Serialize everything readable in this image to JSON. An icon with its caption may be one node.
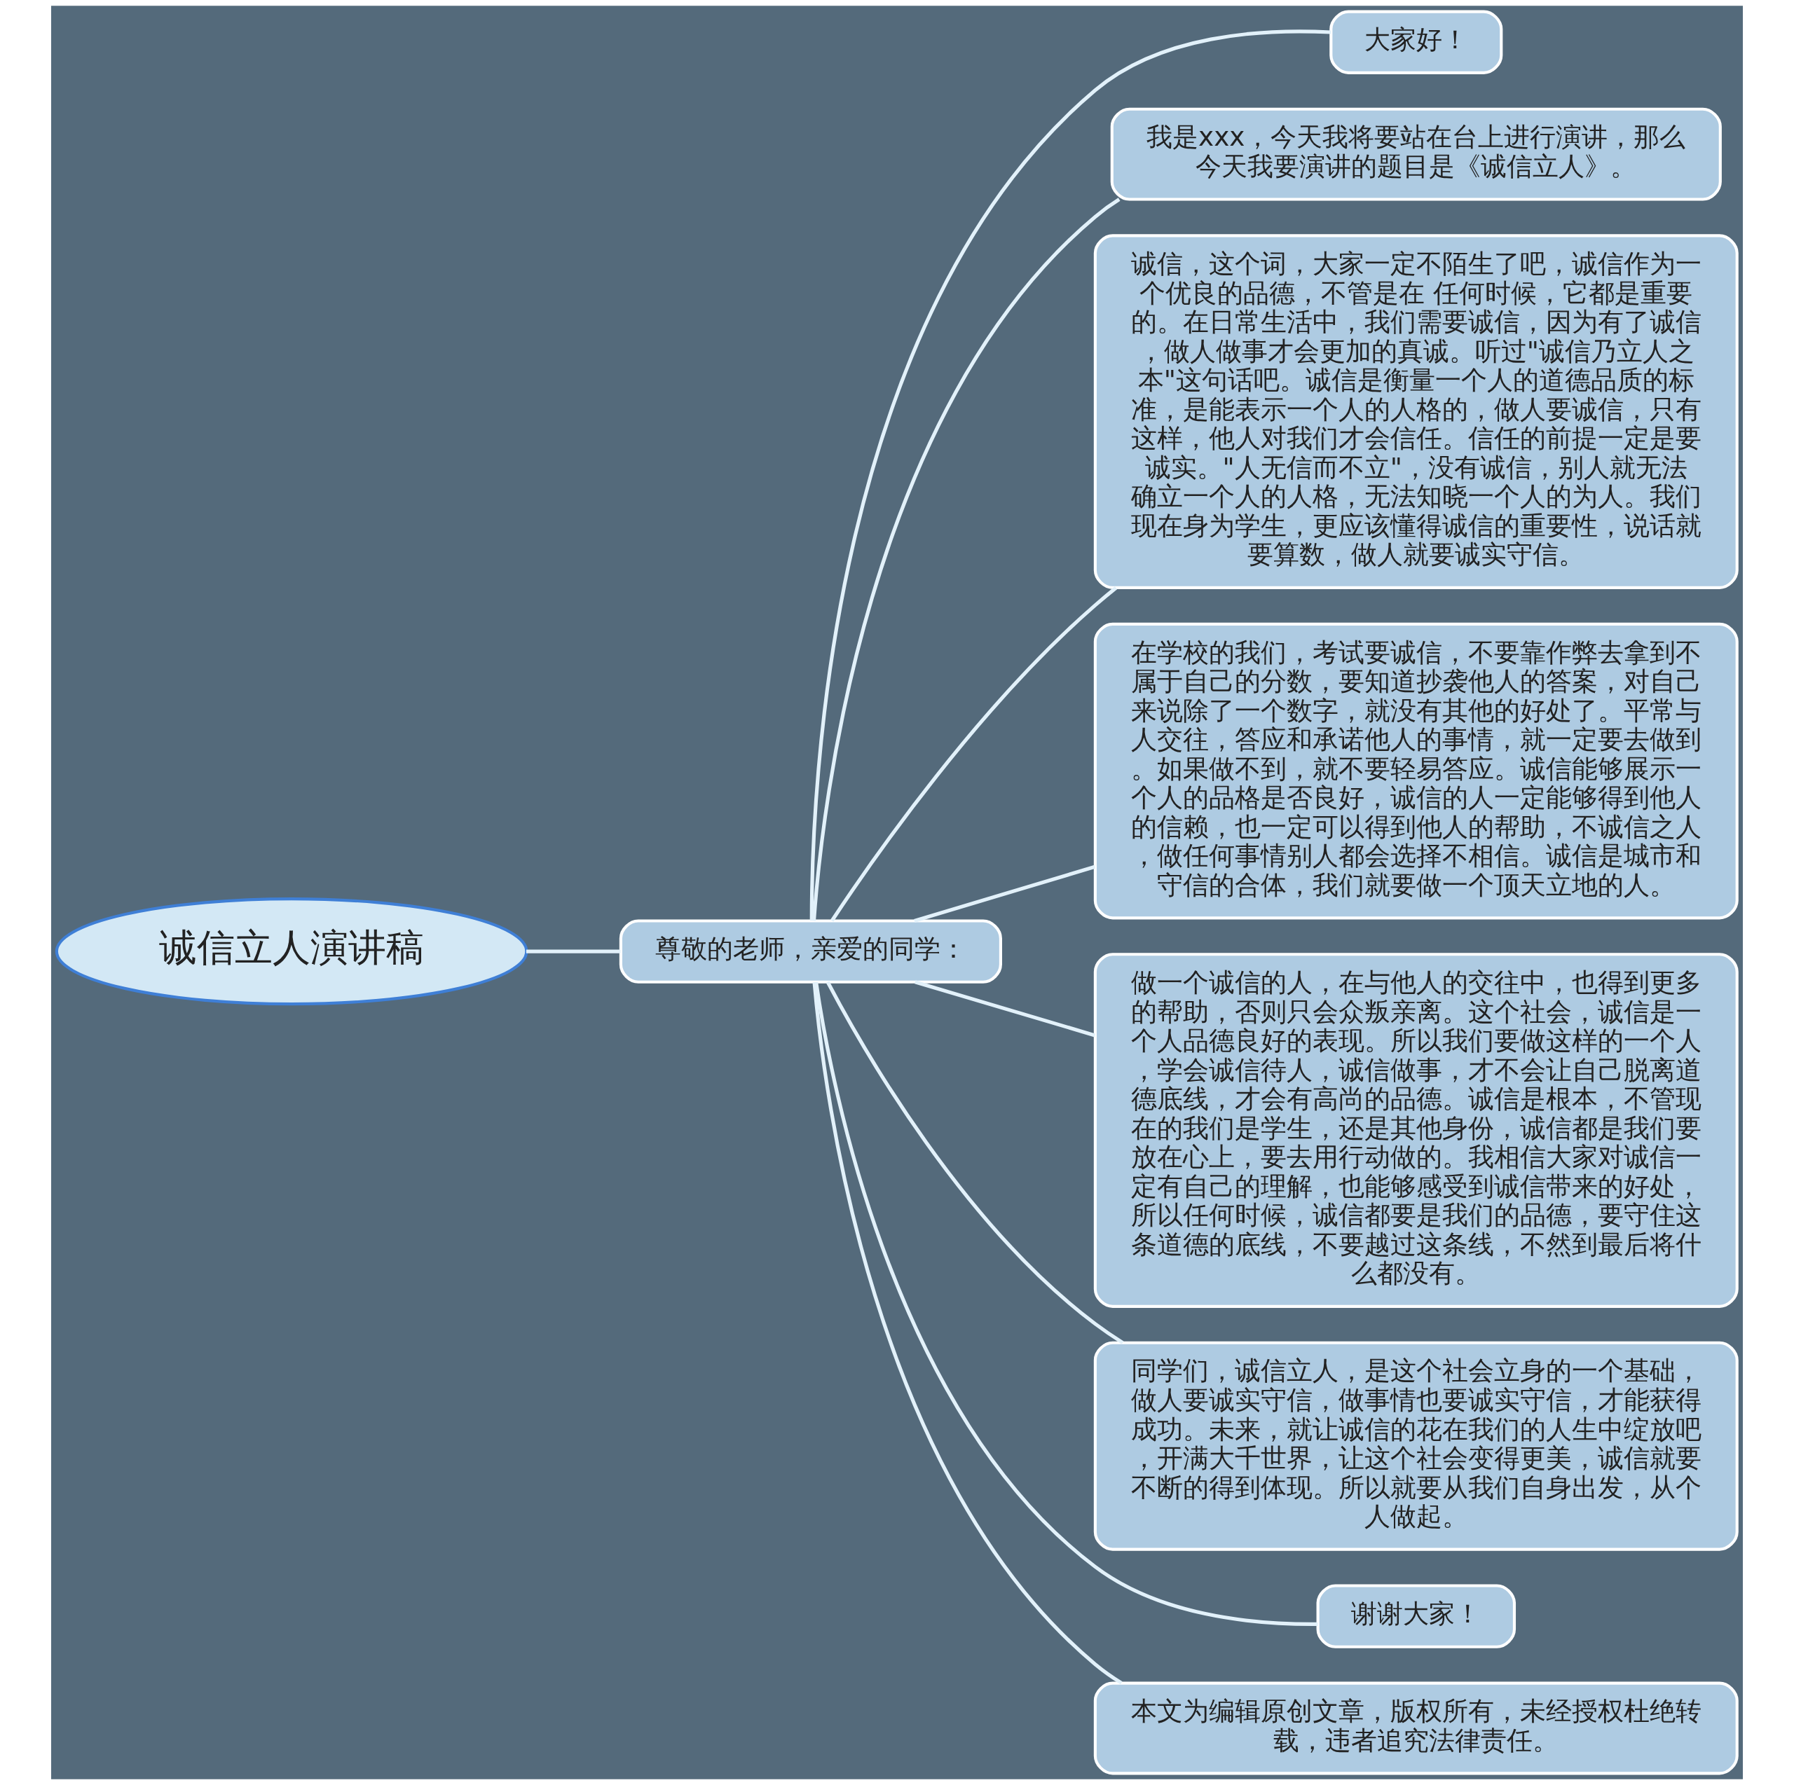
{
  "diagram": {
    "nodes": [
      {
        "text": [
          "诚信立人演讲稿"
        ]
      },
      {
        "text": [
          "尊敬的老师，亲爱的同学："
        ]
      },
      {
        "text": [
          "大家好！"
        ]
      },
      {
        "text": [
          "我是xxx，今天我将要站在台上进行演讲，那么今天我要演讲的题目是《诚信立人》。"
        ]
      },
      {
        "text": [
          "诚信，这个词，大家一定不陌生了吧，诚信作为一个优良的品德，不管是在 任何时候，它都是重要的。在日常生活中，我们需要诚信，因为有了诚信，做人做事才会更加的真诚。听过\"诚信乃立人之本\"这句话吧。诚信是衡量一个人的道德品质的标准，是能表示一个人的人格的，做人要诚信，只有这样，他人对我们才会信任。信任的前提一定是要诚实。\"人无信而不立\"，没有诚信，别人就无法确立一个人的人格，无法知晓一个人的为人。我们现在身为学生，更应该懂得诚信的重要性，说话就要算数，做人就要诚实守信。"
        ]
      },
      {
        "text": [
          "在学校的我们，考试要诚信，不要靠作弊去拿到不属于自己的分数，要知道抄袭他人的答案，对自己来说除了一个数字，就没有其他的好处了。平常与人交往，答应和承诺他人的事情，就一定要去做到。如果做不到，就不要轻易答应。诚信能够展示一个人的品格是否良好，诚信的人一定能够得到他人的信赖，也一定可以得到他人的帮助，不诚信之人，做任何事情别人都会选择不相信。诚信是城市和守信的合体，我们就要做一个顶天立地的人。"
        ]
      },
      {
        "text": [
          "做一个诚信的人，在与他人的交往中，也得到更多的帮助，否则只会众叛亲离。这个社会，诚信是一个人品德良好的表现。所以我们要做这样的一个人，学会诚信待人，诚信做事，才不会让自己脱离道德底线，才会有高尚的品德。诚信是根本，不管现在的我们是学生，还是其他身份，诚信都是我们要放在心上，要去用行动做的。我相信大家对诚信一定有自己的理解，也能够感受到诚信带来的好处，所以任何时候，诚信都要是我们的品德，要守住这条道德的底线，不要越过这条线，不然到最后将什么都没有。"
        ]
      },
      {
        "text": [
          "同学们，诚信立人，是这个社会立身的一个基础，做人要诚实守信，做事情也要诚实守信，才能获得成功。未来，就让诚信的花在我们的人生中绽放吧，开满大千世界，让这个社会变得更美，诚信就要不断的得到体现。所以就要从我们自身出发，从个人做起。"
        ]
      },
      {
        "text": [
          "谢谢大家！"
        ]
      },
      {
        "text": [
          "本文为编辑原创文章，版权所有，未经授权杜绝转载，违者追究法律责任。"
        ]
      }
    ],
    "edges": [
      {
        "from": 0,
        "to": 1,
        "arrow": "none"
      },
      {
        "from": 1,
        "to": 2,
        "arrow": "none"
      },
      {
        "from": 1,
        "to": 3,
        "arrow": "none"
      },
      {
        "from": 1,
        "to": 4,
        "arrow": "none"
      },
      {
        "from": 1,
        "to": 5,
        "arrow": "none"
      },
      {
        "from": 1,
        "to": 6,
        "arrow": "none"
      },
      {
        "from": 1,
        "to": 7,
        "arrow": "none"
      },
      {
        "from": 1,
        "to": 8,
        "arrow": "none"
      },
      {
        "from": 1,
        "to": 9,
        "arrow": "none"
      }
    ]
  }
}
